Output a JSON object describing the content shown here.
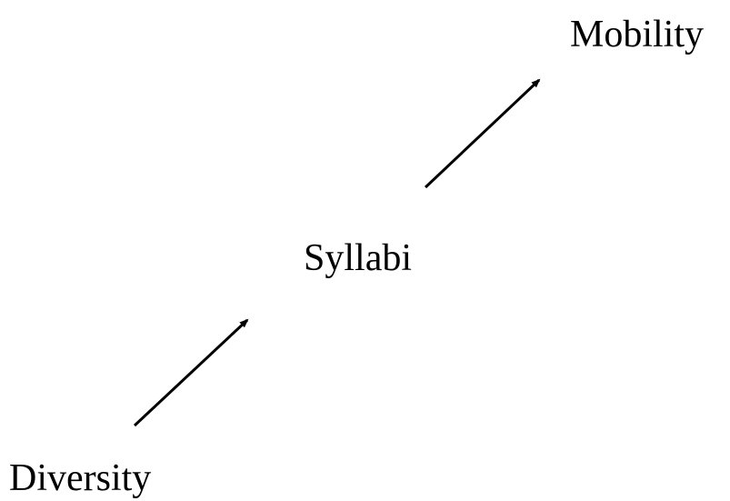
{
  "diagram": {
    "nodes": {
      "diversity": "Diversity",
      "syllabi": "Syllabi",
      "mobility": "Mobility"
    },
    "edges": [
      {
        "from": "Diversity",
        "to": "Syllabi"
      },
      {
        "from": "Syllabi",
        "to": "Mobility"
      }
    ],
    "colors": {
      "text": "#000000",
      "arrow": "#000000",
      "background": "#ffffff"
    }
  }
}
